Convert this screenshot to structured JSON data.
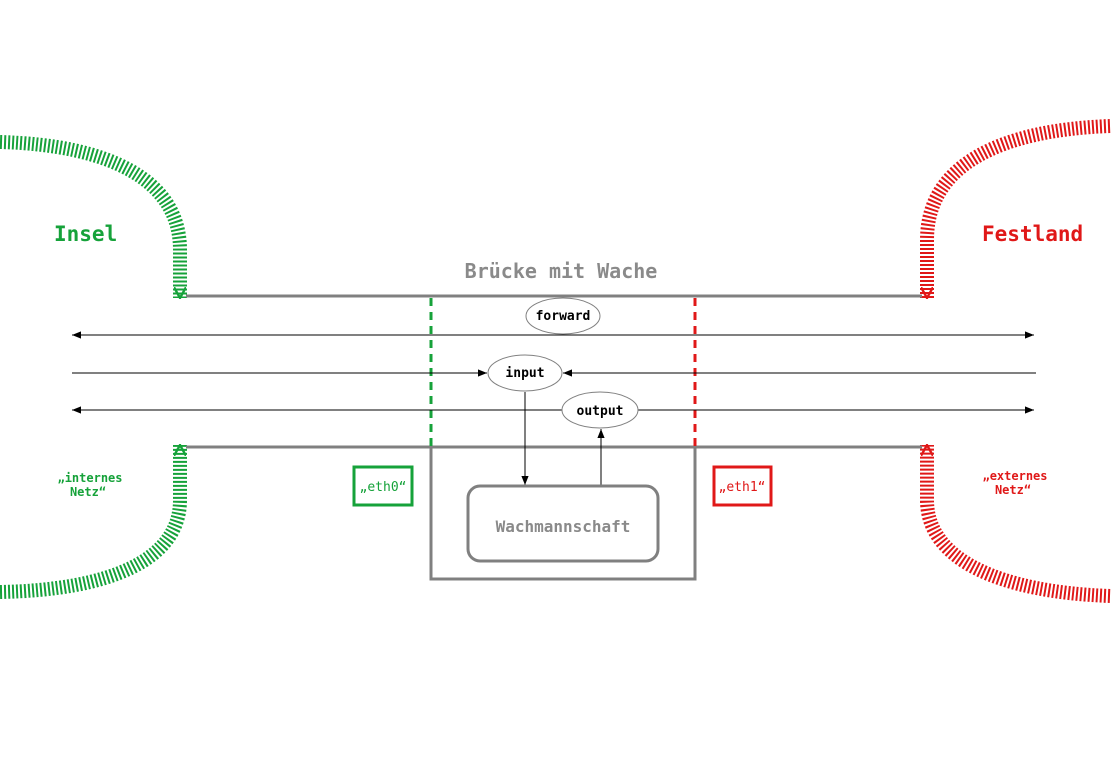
{
  "title": "Brücke mit Wache",
  "left_side": {
    "label": "Insel",
    "network_line1": "„internes",
    "network_line2": "Netz“",
    "color": "#16a23a"
  },
  "right_side": {
    "label": "Festland",
    "network_line1": "„externes",
    "network_line2": "Netz“",
    "color": "#e01818"
  },
  "interfaces": {
    "left": "„eth0“",
    "right": "„eth1“"
  },
  "chains": {
    "forward": "forward",
    "input": "input",
    "output": "output"
  },
  "guard": "Wachmannschaft",
  "colors": {
    "bridge": "#808080",
    "arrows": "#000000"
  }
}
